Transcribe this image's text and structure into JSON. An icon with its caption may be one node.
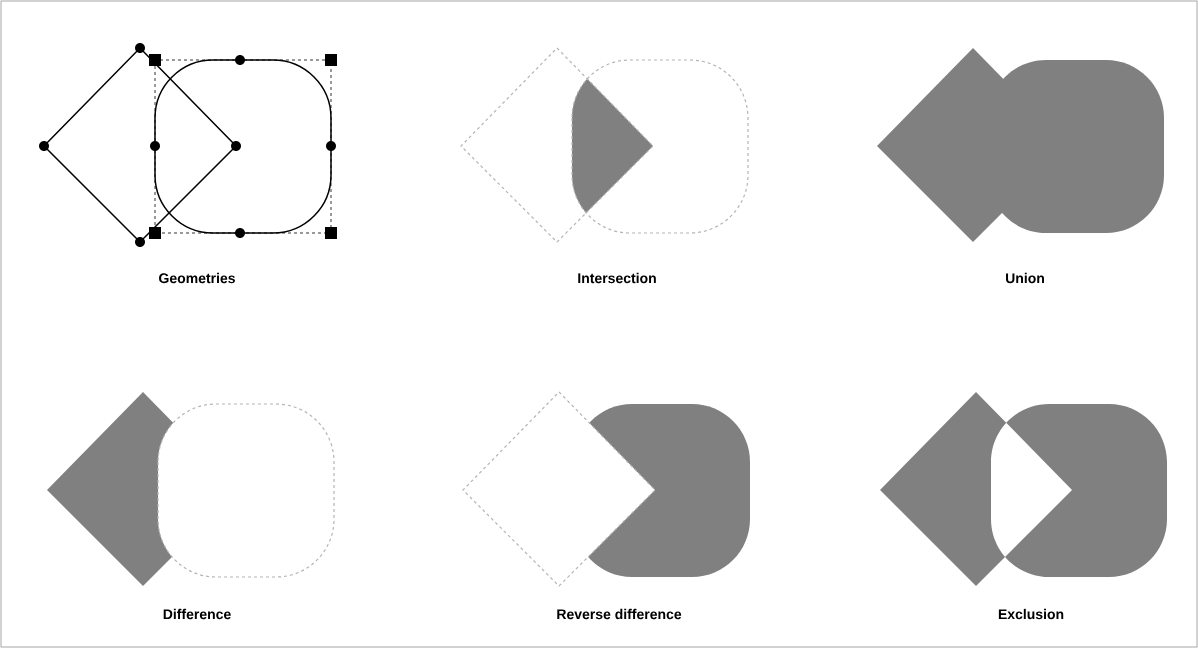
{
  "diagram": {
    "labels": [
      "Geometries",
      "Intersection",
      "Union",
      "Difference",
      "Reverse difference",
      "Exclusion"
    ]
  }
}
